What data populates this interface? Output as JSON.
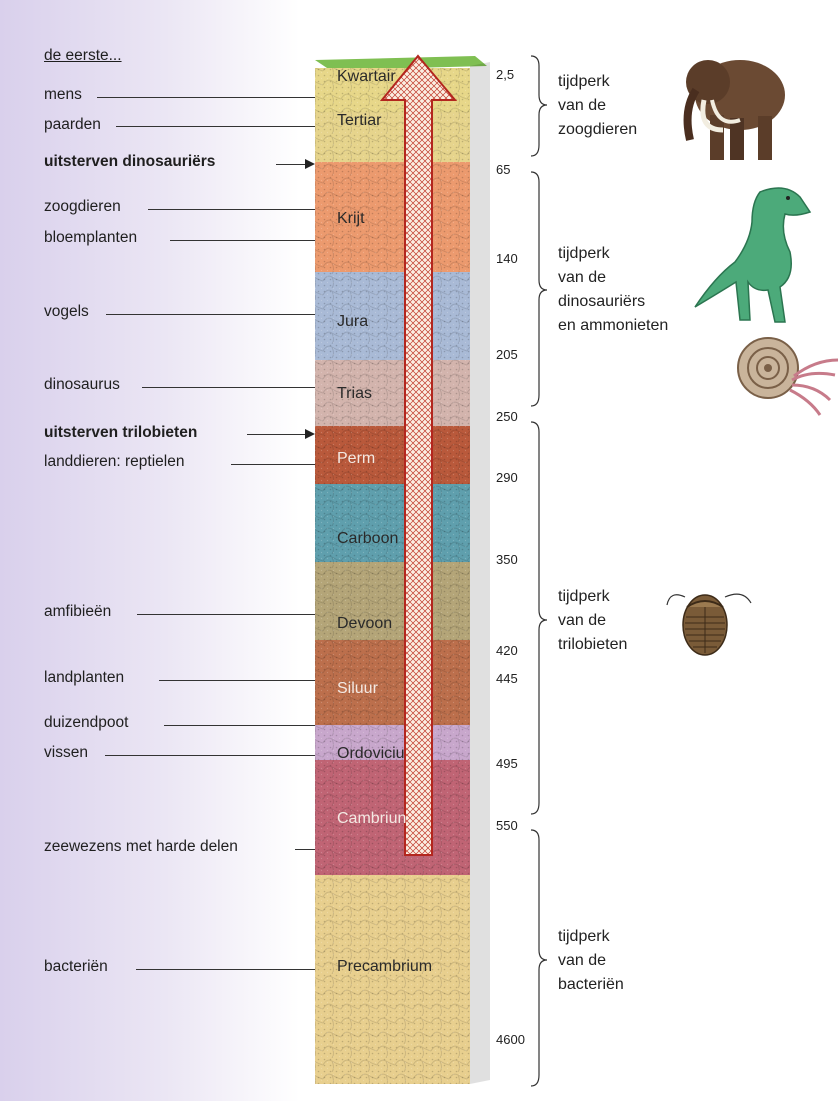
{
  "header": {
    "title": "de eerste..."
  },
  "events": [
    {
      "label": "mens",
      "bold": false
    },
    {
      "label": "paarden",
      "bold": false
    },
    {
      "label": "uitsterven dinosauriërs",
      "bold": true
    },
    {
      "label": "zoogdieren",
      "bold": false
    },
    {
      "label": "bloemplanten",
      "bold": false
    },
    {
      "label": "vogels",
      "bold": false
    },
    {
      "label": "dinosaurus",
      "bold": false
    },
    {
      "label": "uitsterven trilobieten",
      "bold": true
    },
    {
      "label": "landdieren: reptielen",
      "bold": false
    },
    {
      "label": "amfibieën",
      "bold": false
    },
    {
      "label": "landplanten",
      "bold": false
    },
    {
      "label": "duizendpoot",
      "bold": false
    },
    {
      "label": "vissen",
      "bold": false
    },
    {
      "label": "zeewezens met harde delen",
      "bold": false
    },
    {
      "label": "bacteriën",
      "bold": false
    }
  ],
  "periods": [
    {
      "name": "Kwartair",
      "color": "#e7d789"
    },
    {
      "name": "Tertiar",
      "color": "#e6d48c"
    },
    {
      "name": "Krijt",
      "color": "#ec9a6e"
    },
    {
      "name": "Jura",
      "color": "#a9bad6"
    },
    {
      "name": "Trias",
      "color": "#d3b4ad"
    },
    {
      "name": "Perm",
      "color": "#b9593b"
    },
    {
      "name": "Carboon",
      "color": "#5f9fad"
    },
    {
      "name": "Devoon",
      "color": "#b4a578"
    },
    {
      "name": "Siluur",
      "color": "#bc6f4c"
    },
    {
      "name": "Ordoviciu",
      "color": "#c8a7cc"
    },
    {
      "name": "Cambriun",
      "color": "#c06474"
    },
    {
      "name": "Precambrium",
      "color": "#e8cf8e"
    }
  ],
  "ages": [
    "2,5",
    "65",
    "140",
    "205",
    "250",
    "290",
    "350",
    "420",
    "445",
    "495",
    "550",
    "4600"
  ],
  "eras": [
    {
      "lines": [
        "tijdperk",
        "van de",
        "zoogdieren"
      ]
    },
    {
      "lines": [
        "tijdperk",
        "van de",
        "dinosauriërs",
        "en ammonieten"
      ]
    },
    {
      "lines": [
        "tijdperk",
        "van de",
        "trilobieten"
      ]
    },
    {
      "lines": [
        "tijdperk",
        "van de",
        "bacteriën"
      ]
    }
  ],
  "icons": [
    "mammoth-icon",
    "dinosaur-icon",
    "ammonite-icon",
    "trilobite-icon"
  ],
  "colors": {
    "arrow_fill": "#f7e6d8",
    "arrow_stroke": "#b3261e",
    "grass": "#7fbf52"
  }
}
